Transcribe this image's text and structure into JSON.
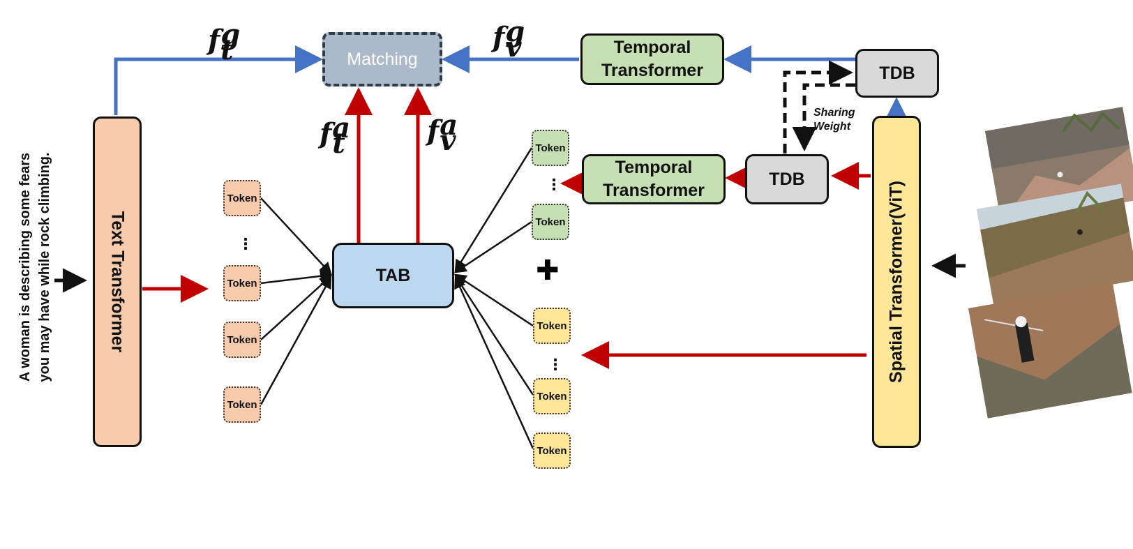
{
  "caption": {
    "line1": "A woman is describing some fears",
    "line2": "you may have while rock climbing."
  },
  "blocks": {
    "text_transformer": "Text Transformer",
    "matching": "Matching",
    "temporal_top": "Temporal Transformer",
    "temporal_mid": "Temporal Transformer",
    "tdb_top": "TDB",
    "tdb_mid": "TDB",
    "tab": "TAB",
    "spatial": "Spatial Transformer(ViT)"
  },
  "token_label": "Token",
  "tokens": {
    "text": [
      "Token",
      "Token",
      "Token",
      "Token"
    ],
    "green": [
      "Token",
      "Token"
    ],
    "yellow": [
      "Token",
      "Token",
      "Token"
    ]
  },
  "ellipsis": "⋮",
  "plus_symbol": "✚",
  "sharing_weight": {
    "line1": "Sharing",
    "line2": "Weight"
  },
  "features": {
    "f_t_g": {
      "base": "f",
      "sup": "g",
      "sub": "t"
    },
    "f_v_g": {
      "base": "f",
      "sup": "g",
      "sub": "v"
    },
    "f_t_a": {
      "base": "f",
      "sup": "a",
      "sub": "t"
    },
    "f_v_a": {
      "base": "f",
      "sup": "a",
      "sub": "v"
    }
  },
  "colors": {
    "global_flow": "#4472c4",
    "local_flow": "#c00000",
    "token_orange": "#f8cbad",
    "token_green": "#c6e0b4",
    "token_yellow": "#ffe699",
    "tab": "#bdd7ee",
    "matching": "#acb9ca"
  }
}
